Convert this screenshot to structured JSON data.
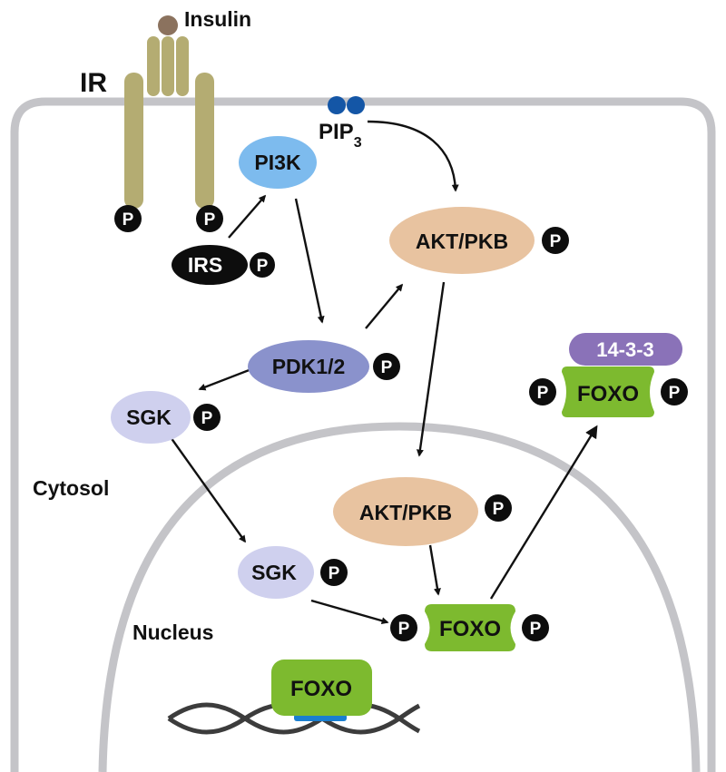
{
  "labels": {
    "insulin": "Insulin",
    "ir": "IR",
    "pip": "PIP",
    "pip_sub": "3",
    "pi3k": "PI3K",
    "irs": "IRS",
    "akt_top": "AKT/PKB",
    "pdk": "PDK1/2",
    "sgk_cyto": "SGK",
    "cytosol": "Cytosol",
    "akt_nuc": "AKT/PKB",
    "sgk_nuc": "SGK",
    "nucleus": "Nucleus",
    "foxo_nuc": "FOXO",
    "foxo_dna": "FOXO",
    "foxo_cyto": "FOXO",
    "adaptor": "14-3-3",
    "phospho": "P"
  },
  "colors": {
    "receptor": "#b4ac72",
    "insulin": "#8b725e",
    "membrane": "#c4c4c8",
    "pip3": "#1456a6",
    "pi3k": "#7dbbee",
    "akt": "#e8c3a0",
    "pdk": "#8a92cc",
    "sgk": "#cfd0ee",
    "foxo": "#7dba2f",
    "adaptor": "#8a72b8",
    "dna": "#3c3c3c",
    "dna_binding": "#1a7fd0"
  }
}
